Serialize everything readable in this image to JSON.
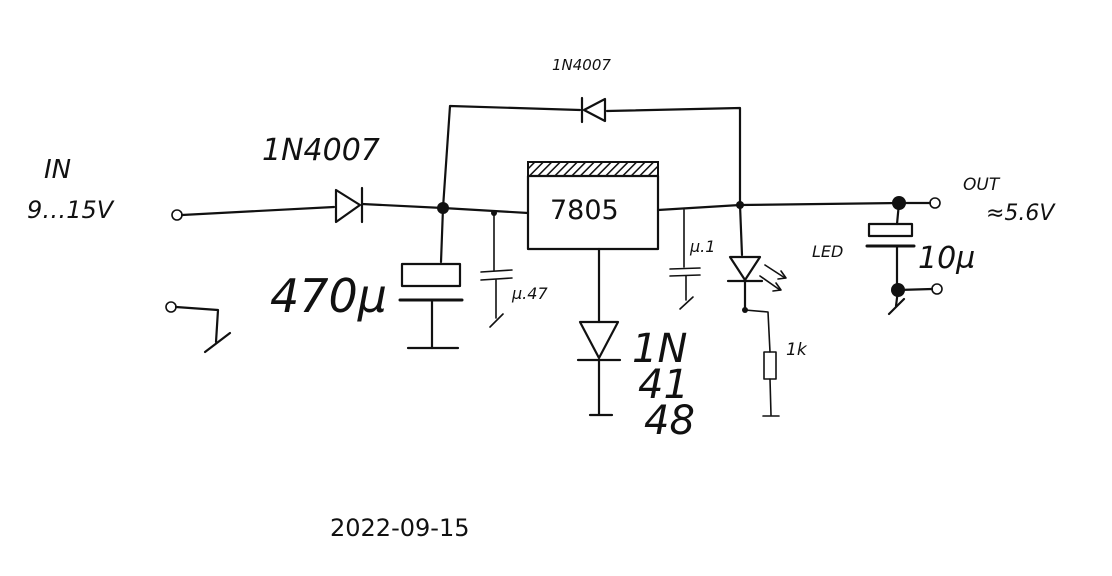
{
  "labels": {
    "input_label": "IN",
    "input_range": "9…15V",
    "input_diode": "1N4007",
    "bypass_diode": "1N4007",
    "regulator": "7805",
    "input_cap": "470µ",
    "input_ceramic_cap": "µ.47",
    "output_ceramic_cap": "µ.1",
    "ground_diode_line1": "1N",
    "ground_diode_line2": "41",
    "ground_diode_line3": "48",
    "led": "LED",
    "resistor": "1k",
    "output_label": "OUT",
    "output_voltage": "≈5.6V",
    "output_cap": "10µ",
    "date": "2022-09-15"
  },
  "colors": {
    "ink": "#111111",
    "background": "#ffffff"
  }
}
